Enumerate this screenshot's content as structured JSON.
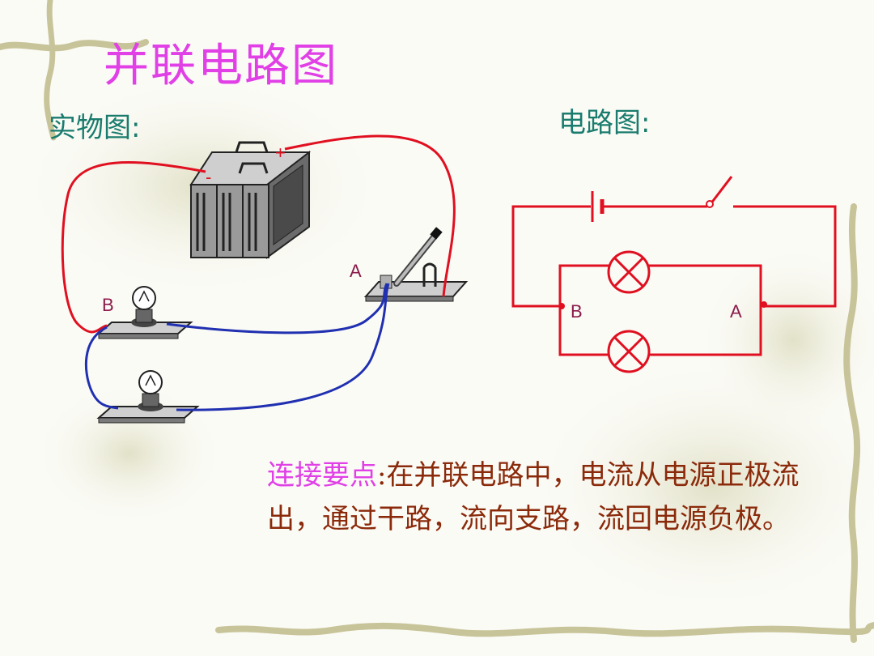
{
  "slide": {
    "title": "并联电路图",
    "physical_label": "实物图:",
    "circuit_label": "电路图:",
    "note_key": "连接要点",
    "note_colon": ":",
    "note_body": "在并联电路中，电流从电源正极流出，通过干路，流向支路，流回电源负极。"
  },
  "physical": {
    "label_a": "A",
    "label_b": "B",
    "battery_plus": "+",
    "battery_minus": "-"
  },
  "schematic": {
    "label_a": "A",
    "label_b": "B"
  },
  "colors": {
    "title": "#e040e6",
    "label": "#1a7c6e",
    "note": "#8b2a0a",
    "wire_red": "#e01020",
    "wire_blue": "#2030b0",
    "decor": "#c8c49a"
  }
}
